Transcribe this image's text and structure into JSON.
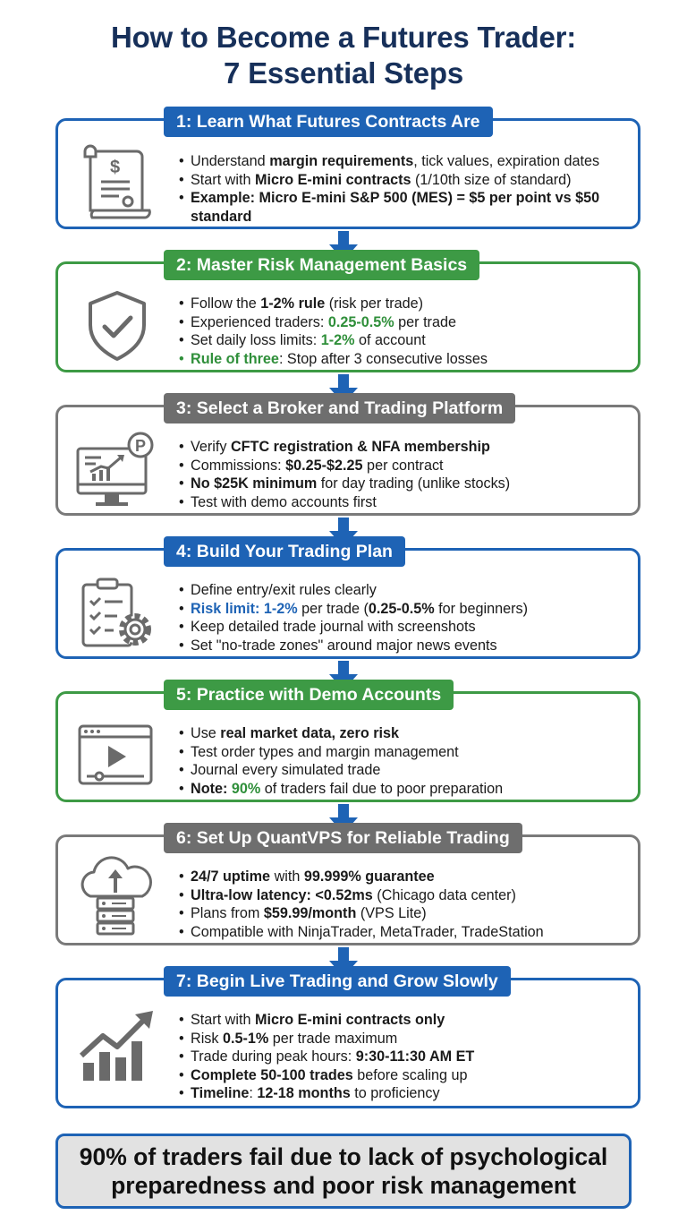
{
  "title": {
    "line1": "How to Become a Futures Trader:",
    "line2": "7 Essential Steps"
  },
  "steps": [
    {
      "heading": "1: Learn What Futures Contracts Are",
      "icon": "contract-document-icon",
      "bullets": [
        {
          "parts": [
            "Understand ",
            "margin requirements",
            ", tick values, expiration dates"
          ]
        },
        {
          "parts": [
            "Start with ",
            "Micro E-mini contracts",
            " (1/10th size of standard)"
          ]
        },
        {
          "parts": [
            "",
            "Example: Micro E-mini S&P 500 (MES) = $5 per point vs $50 standard",
            ""
          ]
        }
      ]
    },
    {
      "heading": "2: Master Risk Management Basics",
      "icon": "shield-check-icon",
      "bullets": [
        {
          "parts": [
            "Follow the ",
            "1-2% rule",
            " (risk per trade)"
          ]
        },
        {
          "parts": [
            "Experienced traders: ",
            "0.25-0.5%",
            " per trade"
          ]
        },
        {
          "parts": [
            "Set daily loss limits: ",
            "1-2%",
            " of account"
          ]
        },
        {
          "parts": [
            "",
            "Rule of three",
            ": Stop after 3 consecutive losses"
          ]
        }
      ]
    },
    {
      "heading": "3: Select a Broker and Trading Platform",
      "icon": "monitor-chart-icon",
      "bullets": [
        {
          "parts": [
            "Verify ",
            "CFTC registration & NFA membership",
            ""
          ]
        },
        {
          "parts": [
            "Commissions: ",
            "$0.25-$2.25",
            " per contract"
          ]
        },
        {
          "parts": [
            "",
            "No $25K minimum",
            " for day trading (unlike stocks)"
          ]
        },
        {
          "parts": [
            "Test with demo accounts first",
            "",
            ""
          ]
        }
      ]
    },
    {
      "heading": "4: Build Your Trading Plan",
      "icon": "clipboard-gear-icon",
      "bullets": [
        {
          "parts": [
            "Define entry/exit rules clearly",
            "",
            ""
          ]
        },
        {
          "parts": [
            "",
            "Risk limit: 1-2%",
            " per trade (",
            "0.25-0.5%",
            " for beginners)"
          ]
        },
        {
          "parts": [
            "Keep detailed trade journal with screenshots",
            "",
            ""
          ]
        },
        {
          "parts": [
            "Set \"no-trade zones\" around major news events",
            "",
            ""
          ]
        }
      ]
    },
    {
      "heading": "5: Practice with Demo Accounts",
      "icon": "video-player-icon",
      "bullets": [
        {
          "parts": [
            "Use ",
            "real market data, zero risk",
            ""
          ]
        },
        {
          "parts": [
            "Test order types and margin management",
            "",
            ""
          ]
        },
        {
          "parts": [
            "Journal every simulated trade",
            "",
            ""
          ]
        },
        {
          "parts": [
            "",
            "Note:",
            " ",
            "90%",
            " of traders fail due to poor preparation"
          ]
        }
      ]
    },
    {
      "heading": "6: Set Up QuantVPS for Reliable Trading",
      "icon": "cloud-server-icon",
      "bullets": [
        {
          "parts": [
            "",
            "24/7 uptime",
            " with ",
            "99.999% guarantee",
            ""
          ]
        },
        {
          "parts": [
            "",
            "Ultra-low latency: <0.52ms",
            " (Chicago data center)"
          ]
        },
        {
          "parts": [
            "Plans from ",
            "$59.99/month",
            " (VPS Lite)"
          ]
        },
        {
          "parts": [
            "Compatible with NinjaTrader, MetaTrader, TradeStation",
            "",
            ""
          ]
        }
      ]
    },
    {
      "heading": "7: Begin Live Trading and Grow Slowly",
      "icon": "growth-chart-icon",
      "bullets": [
        {
          "parts": [
            "Start with ",
            "Micro E-mini contracts only",
            ""
          ]
        },
        {
          "parts": [
            "Risk ",
            "0.5-1%",
            " per trade maximum"
          ]
        },
        {
          "parts": [
            "Trade during peak hours: ",
            "9:30-11:30 AM ET",
            ""
          ]
        },
        {
          "parts": [
            "",
            "Complete 50-100 trades",
            " before scaling up"
          ]
        },
        {
          "parts": [
            "",
            "Timeline",
            ": ",
            "12-18 months",
            " to proficiency"
          ]
        }
      ]
    }
  ],
  "footer": {
    "line1": "90% of traders fail due to lack of psychological",
    "line2": "preparedness and poor risk management"
  },
  "colors": {
    "blue": "#1e63b5",
    "green": "#3d9a45",
    "gray": "#6e6e6e",
    "title": "#17305a"
  }
}
